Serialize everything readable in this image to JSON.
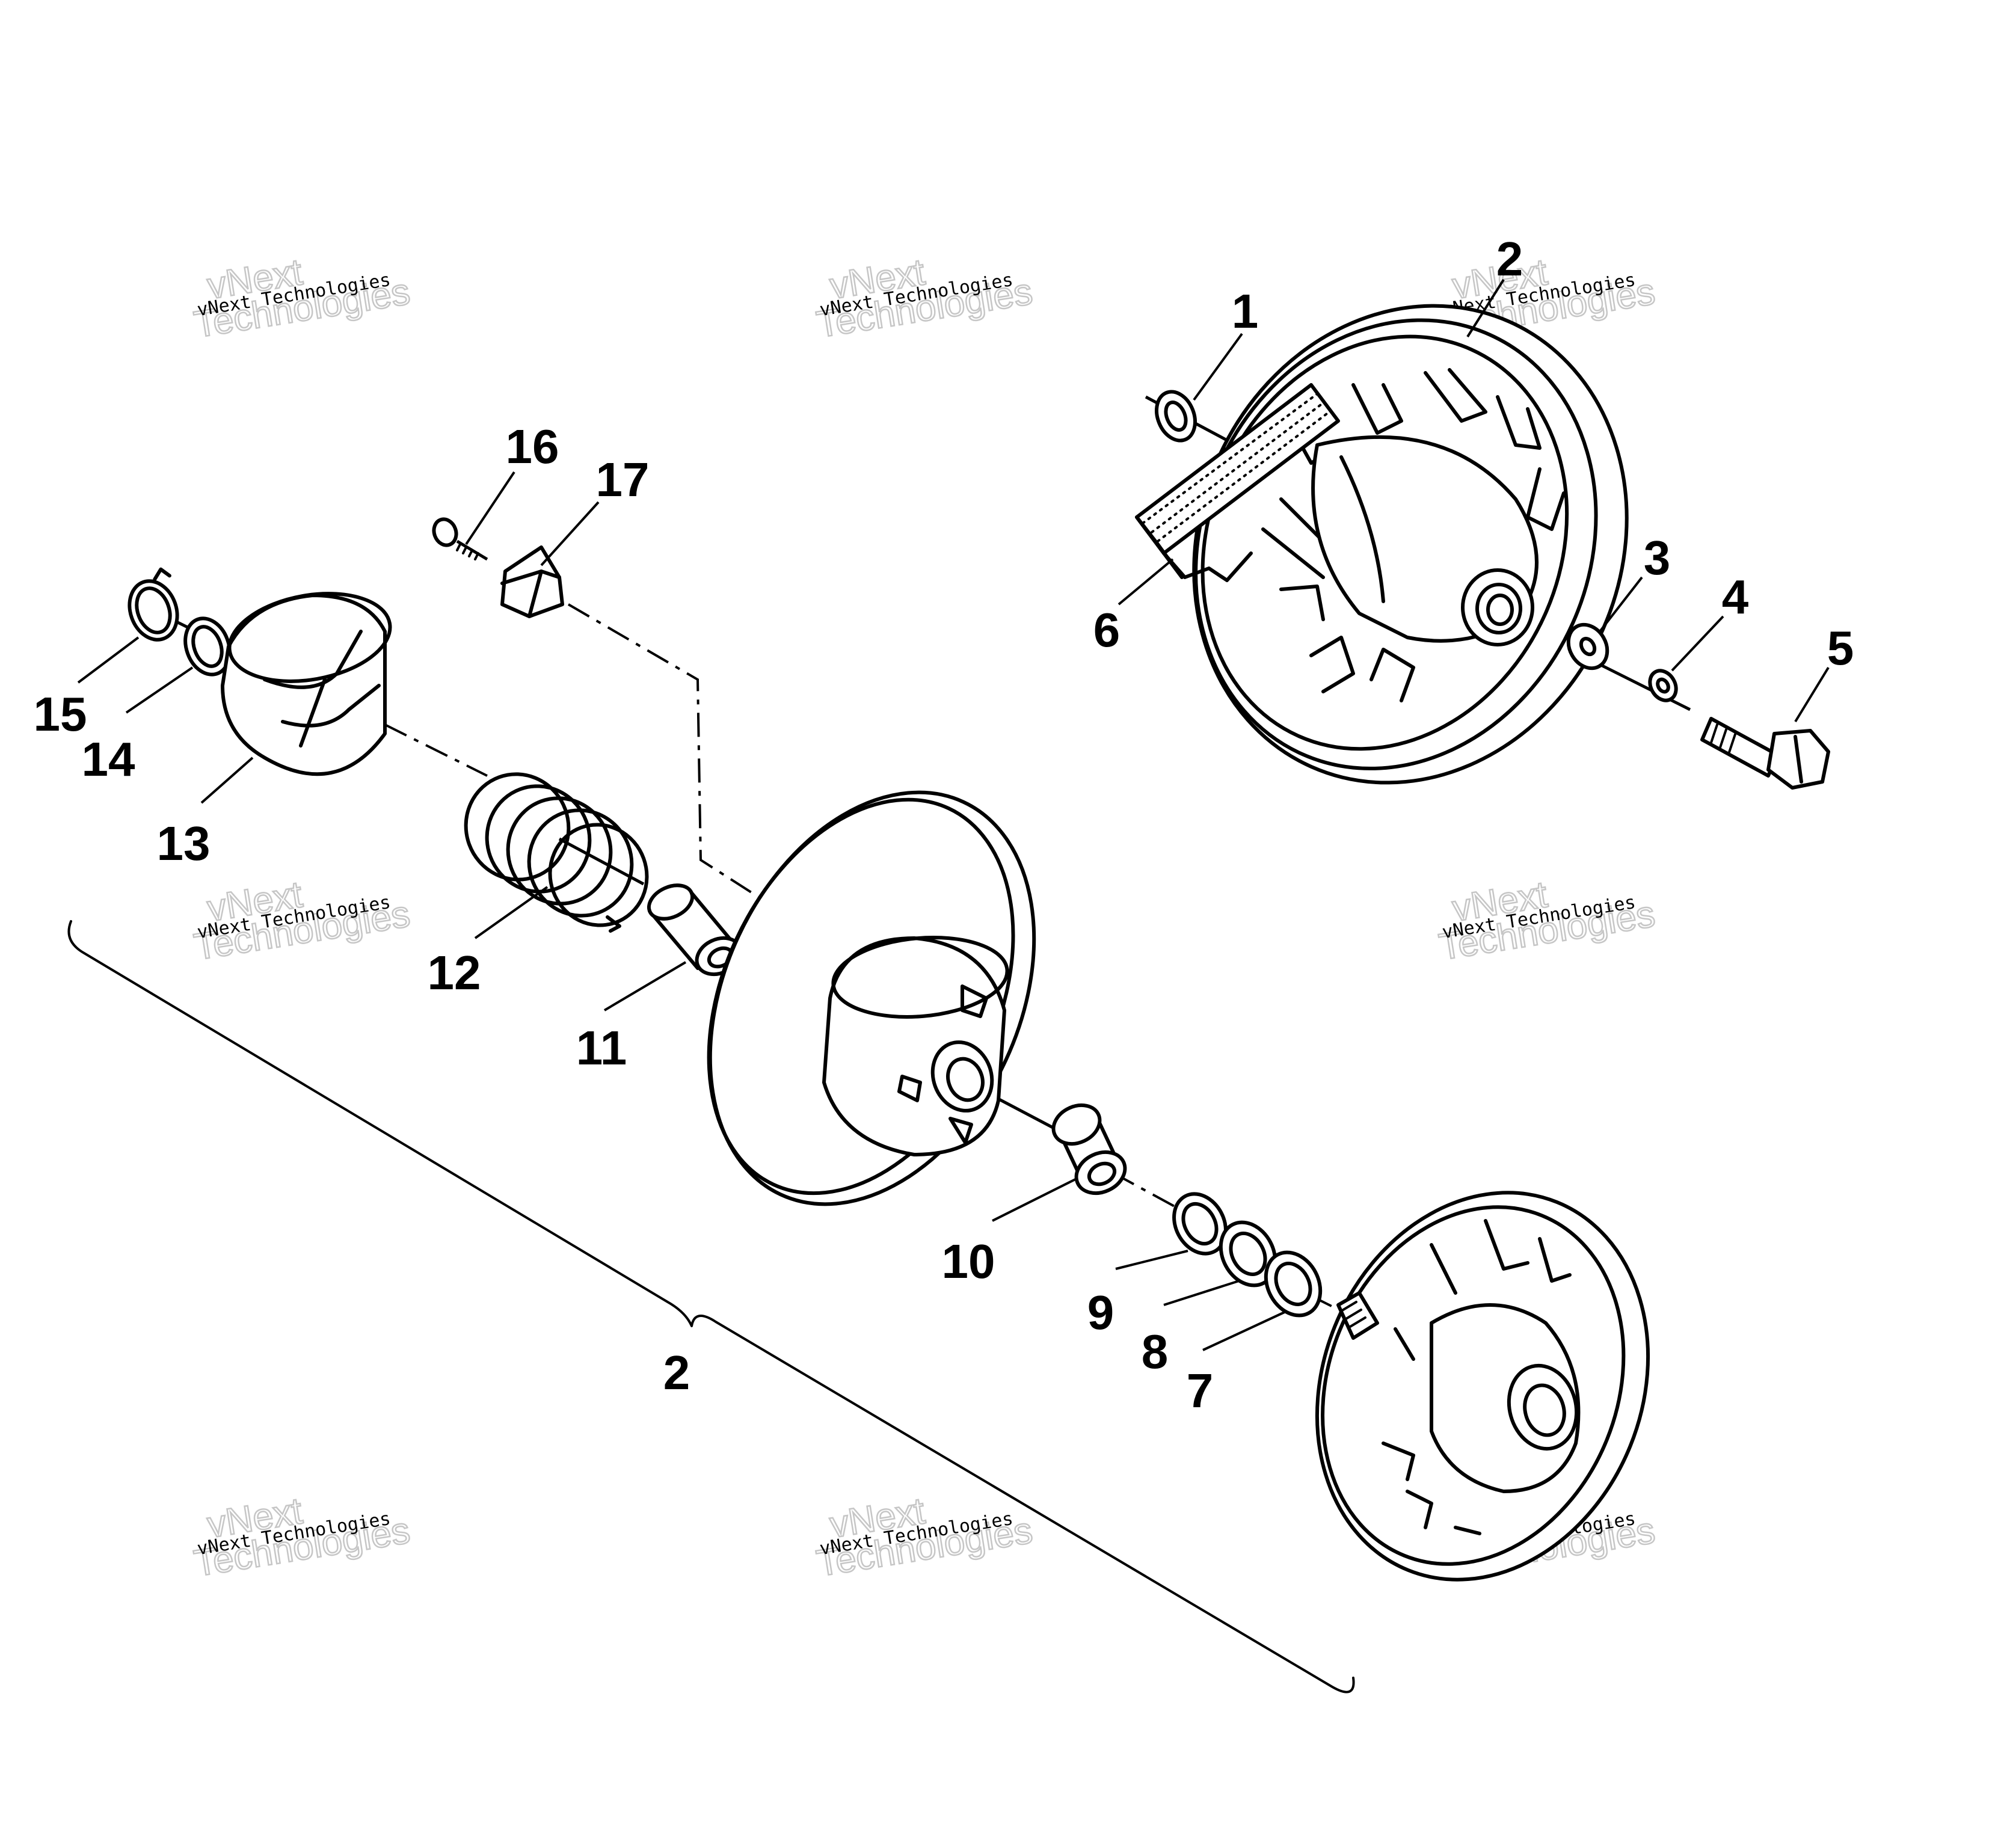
{
  "watermark": {
    "small_text": "vNext Technologies",
    "big_line1": "vNext",
    "big_line2": "Technologies"
  },
  "callouts": {
    "c1": "1",
    "c2_top": "2",
    "c3": "3",
    "c4": "4",
    "c5": "5",
    "c6": "6",
    "c7": "7",
    "c8": "8",
    "c9": "9",
    "c10": "10",
    "c11": "11",
    "c12": "12",
    "c13": "13",
    "c14": "14",
    "c15": "15",
    "c16": "16",
    "c17": "17",
    "c2_bracket": "2"
  },
  "colors": {
    "line": "#000000",
    "background": "#ffffff",
    "watermark": "#b8b8b8"
  }
}
